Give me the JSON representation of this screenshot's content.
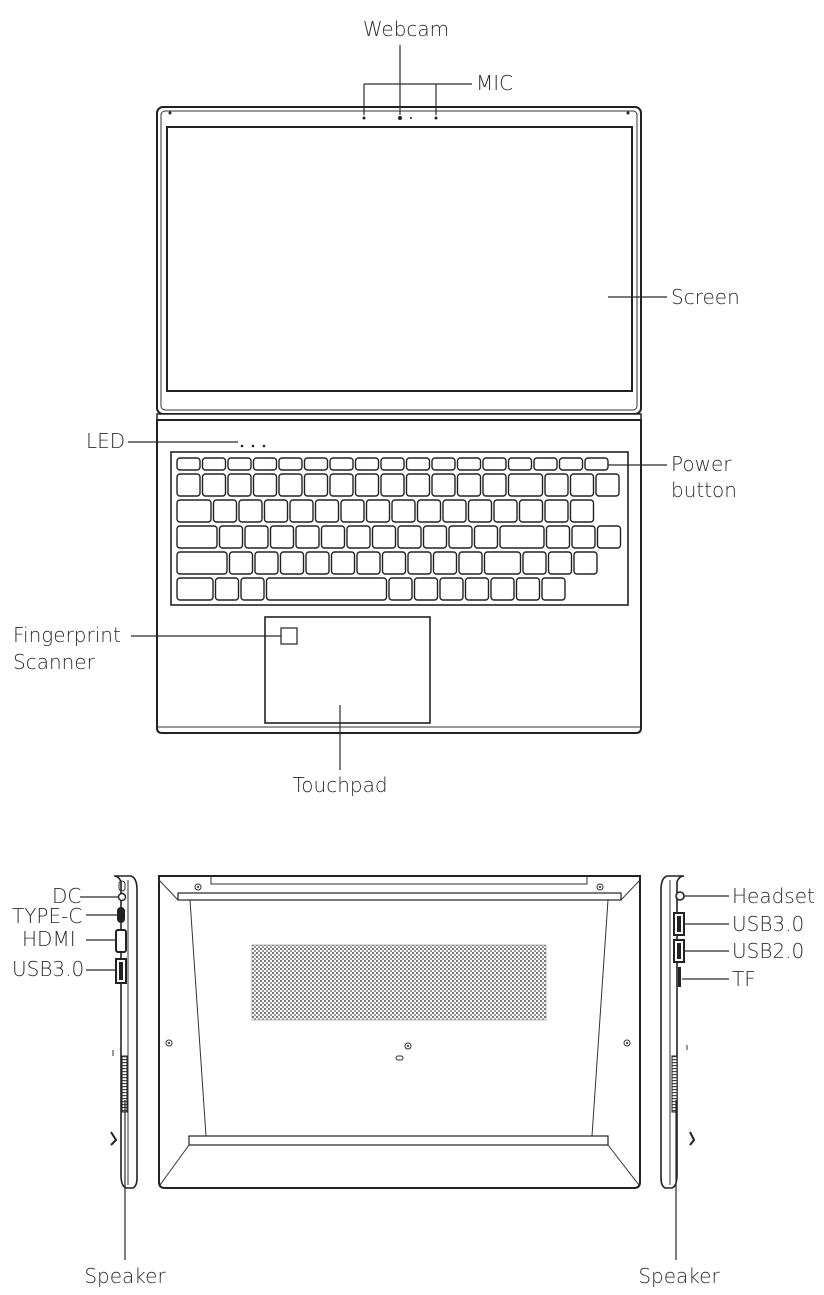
{
  "labels": {
    "webcam": "Webcam",
    "mic": "MIC",
    "screen": "Screen",
    "led": "LED",
    "power_line1": "Power",
    "power_line2": "button",
    "fingerprint_line1": "Fingerprint",
    "fingerprint_line2": "Scanner",
    "touchpad": "Touchpad",
    "dc": "DC",
    "type_c": "TYPE-C",
    "hdmi": "HDMI",
    "usb30_left": "USB3.0",
    "headset": "Headset",
    "usb30_right": "USB3.0",
    "usb20": "USB2.0",
    "tf": "TF",
    "speaker_left": "Speaker",
    "speaker_right": "Speaker"
  }
}
